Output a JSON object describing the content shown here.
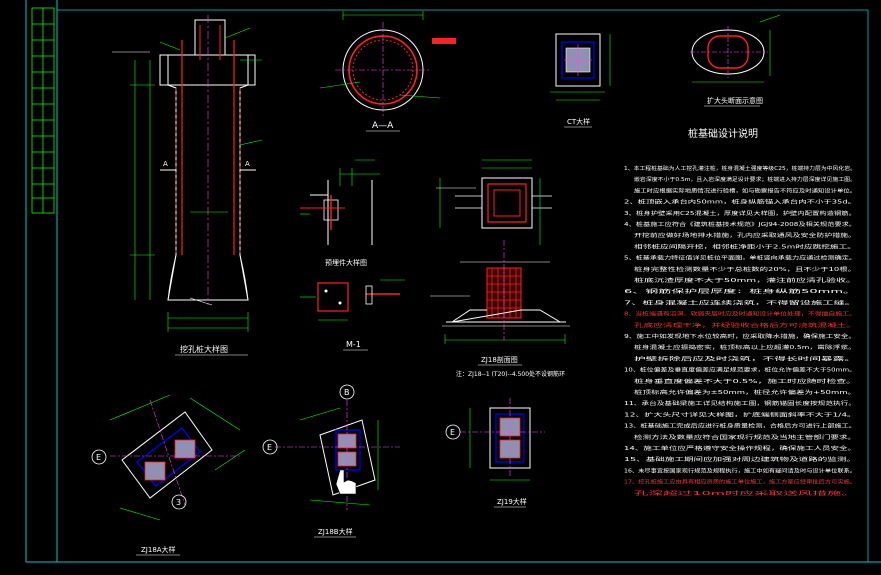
{
  "colors": {
    "background": "#000000",
    "border": "#00c8c8",
    "table": "#00ff00",
    "outline": "#ffffff",
    "rebar": "#ff2020",
    "dimension": "#00ff00",
    "axis_line": "#ff40ff",
    "text_white": "#ffffff",
    "text_cyan": "#00ffff",
    "text_red": "#ff3030",
    "rebar_highlight": "#0000ff",
    "hatch": "#9090b0"
  },
  "titles": {
    "pile_detail": "挖孔桩大样图",
    "section_aa": "A—A",
    "ct_detail": "CT大样",
    "enlarged_head": "扩大头断面示意图",
    "m1_detail": "M-1",
    "anchor_detail": "预埋件大样图",
    "zj_section": "ZJ18剖面图",
    "zj_note": "注：ZJ18--1 (T20)--4.500处不设钢筋环",
    "zj18a": "ZJ18A大样",
    "zj18b": "ZJ18B大样",
    "zj19": "ZJ19大样",
    "notes_heading": "桩基础设计说明"
  },
  "axis_labels": {
    "e1": "E",
    "b": "B",
    "three": "3",
    "e2": "E",
    "e3": "E"
  },
  "section_markers": {
    "a_left": "A",
    "a_right": "A"
  },
  "notes": [
    {
      "num": "1、",
      "text": "本工程桩基础为人工挖孔灌注桩，桩身混凝土强度等级C25，桩端持力层为中风化岩。",
      "red": false
    },
    {
      "num": "",
      "text": "嵌岩深度不小于0.5m，且入岩深度满足设计要求；桩端进入持力层深度详见施工图。",
      "red": false
    },
    {
      "num": "",
      "text": "施工时应根据实际地质情况进行验槽，如与勘察报告不符应及时通知设计单位。",
      "red": false
    },
    {
      "num": "2、",
      "text": "桩顶嵌入承台内50mm，桩身纵筋锚入承台内不小于35d。",
      "red": false
    },
    {
      "num": "3、",
      "text": "桩身护壁采用C25混凝土，厚度详见大样图，护壁内配置构造钢筋。",
      "red": false
    },
    {
      "num": "4、",
      "text": "桩基施工应符合《建筑桩基技术规范》JGJ94-2008及相关规范要求。",
      "red": false
    },
    {
      "num": "",
      "text": "开挖前应做好场地排水措施，孔内应采取通风及安全防护措施。",
      "red": false
    },
    {
      "num": "",
      "text": "相邻桩应间隔开挖，相邻桩净距小于2.5m时应跳挖施工。",
      "red": false
    },
    {
      "num": "5、",
      "text": "桩基承载力特征值详见桩位平面图，单桩竖向承载力应通过检测确定。",
      "red": false
    },
    {
      "num": "",
      "text": "桩身完整性检测数量不少于总桩数的20%，且不少于10根。",
      "red": false
    },
    {
      "num": "",
      "text": "桩底沉渣厚度不大于50mm，灌注前应清孔验收。",
      "red": false
    },
    {
      "num": "6、",
      "text": "钢筋保护层厚度：桩身纵筋50mm。",
      "red": false
    },
    {
      "num": "7、",
      "text": "桩身混凝土应连续浇筑，不得留设施工缝。",
      "red": false
    },
    {
      "num": "8、",
      "text": "当桩端遇有溶洞、软弱夹层时应及时通知设计单位处理，不得擅自施工。",
      "red": true
    },
    {
      "num": "",
      "text": "孔底应清理干净，并经验收合格后方可浇筑混凝土。",
      "red": true
    },
    {
      "num": "9、",
      "text": "施工中如发现地下水位较高时，应采取降水措施，确保施工安全。",
      "red": false
    },
    {
      "num": "",
      "text": "桩身混凝土应振捣密实，桩顶标高以上应超灌0.5m，凿除浮浆。",
      "red": false
    },
    {
      "num": "",
      "text": "护壁拆除后应及时浇筑，不得长时间暴露。",
      "red": false
    },
    {
      "num": "10、",
      "text": "桩位偏差及垂直度偏差应满足规范要求，桩位允许偏差不大于50mm。",
      "red": false
    },
    {
      "num": "",
      "text": "桩身垂直度偏差不大于0.5%，施工时应随时检查。",
      "red": false
    },
    {
      "num": "",
      "text": "桩顶标高允许偏差为±50mm，桩径允许偏差为+50mm。",
      "red": false
    },
    {
      "num": "11、",
      "text": "承台及基础梁施工详见结构施工图，钢筋锚固长度按规范执行。",
      "red": false
    },
    {
      "num": "12、",
      "text": "扩大头尺寸详见大样图，扩底端侧面斜率不大于1/4。",
      "red": false
    },
    {
      "num": "13、",
      "text": "桩基础施工完成后应进行桩身质量检测，合格后方可进行上部施工。",
      "red": false
    },
    {
      "num": "",
      "text": "检测方法及数量应符合国家现行规范及当地主管部门要求。",
      "red": false
    },
    {
      "num": "14、",
      "text": "施工单位应严格遵守安全操作规程，确保施工人员安全。",
      "red": false
    },
    {
      "num": "15、",
      "text": "基础施工期间应加强对周边建筑物及道路的监测。",
      "red": false
    },
    {
      "num": "16、",
      "text": "未尽事宜按国家现行规范及规程执行，施工中如有疑问请及时与设计单位联系。",
      "red": false
    },
    {
      "num": "17、",
      "text": "挖孔桩施工应由具有相应资质的施工单位施工，施工方案应经审批后方可实施。",
      "red": true
    },
    {
      "num": "",
      "text": "孔深超过10m时应采取送风措施。",
      "red": true
    }
  ]
}
